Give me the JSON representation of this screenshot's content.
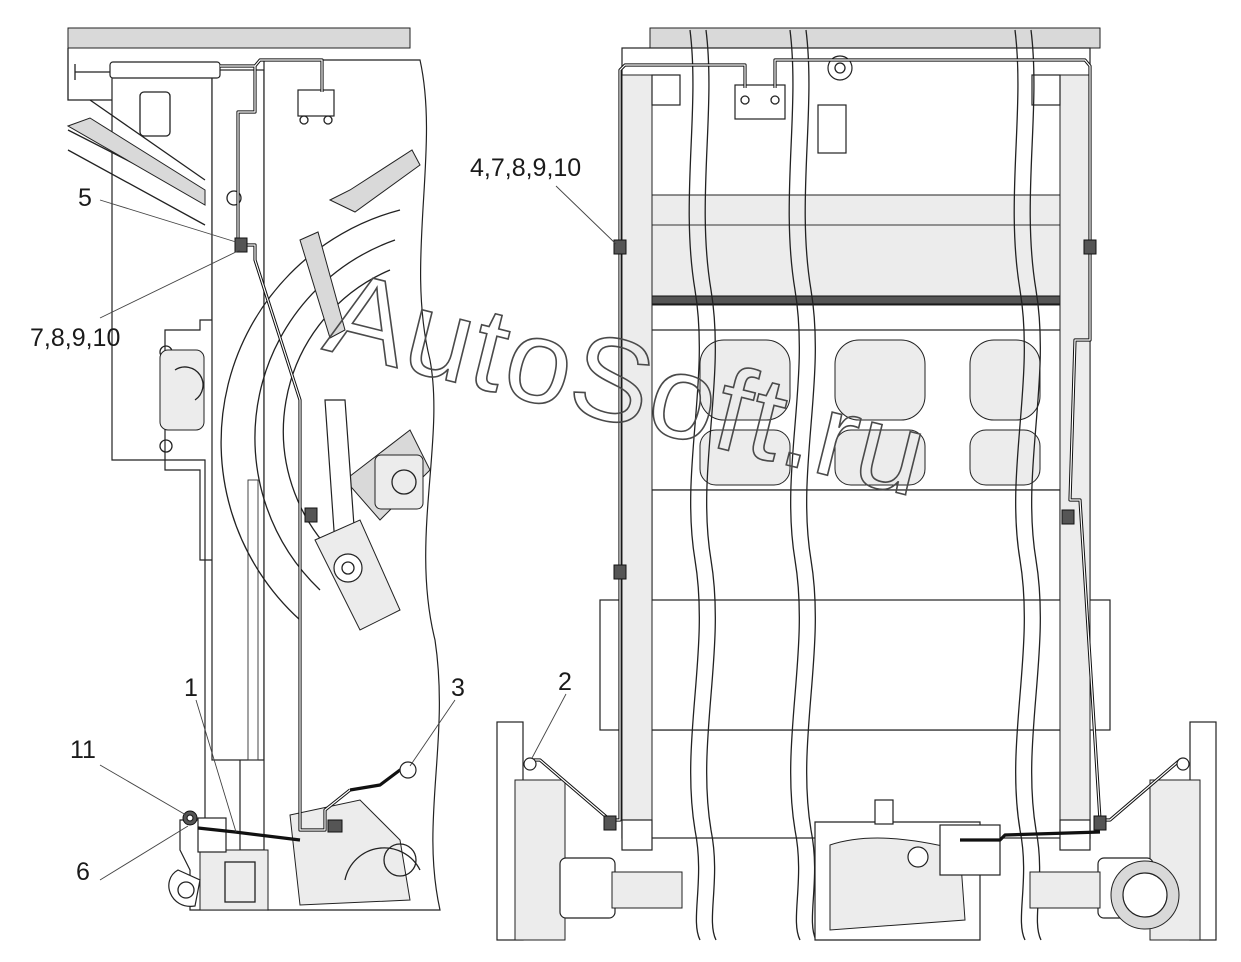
{
  "callouts": {
    "c_5": "5",
    "c_7_8_9_10": "7,8,9,10",
    "c_1": "1",
    "c_11": "11",
    "c_6": "6",
    "c_3": "3",
    "c_4_7_8_9_10": "4,7,8,9,10",
    "c_2": "2"
  },
  "watermark": "AutoSoft.ru",
  "colors": {
    "line": "#222222",
    "background": "#ffffff",
    "shade": "#d9d9d9"
  }
}
